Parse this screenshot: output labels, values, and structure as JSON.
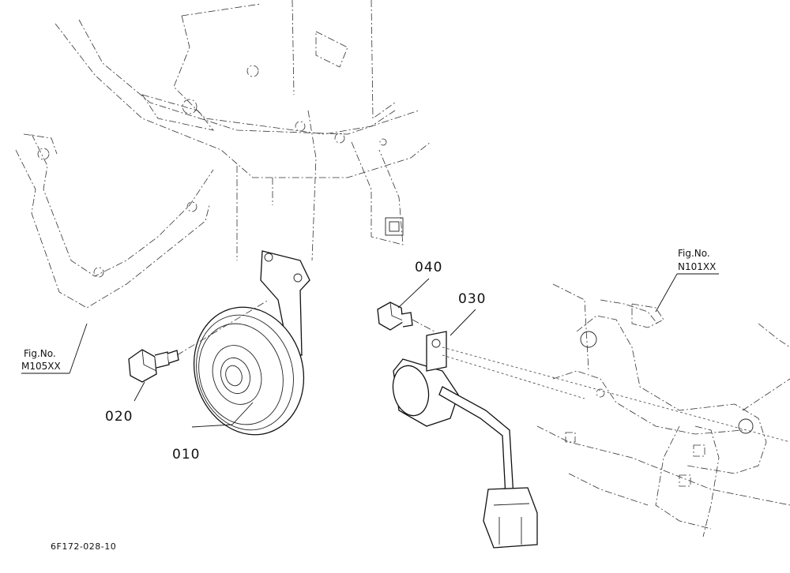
{
  "parts": [
    {
      "number": "010",
      "name": "horn-label"
    },
    {
      "number": "020",
      "name": "bolt-label"
    },
    {
      "number": "030",
      "name": "sensor-label"
    },
    {
      "number": "040",
      "name": "flange-bolt-label"
    }
  ],
  "references": {
    "left": {
      "heading": "Fig.No.",
      "code": "M105XX"
    },
    "right": {
      "heading": "Fig.No.",
      "code": "N101XX"
    }
  },
  "drawing_code": "6F172-028-10"
}
